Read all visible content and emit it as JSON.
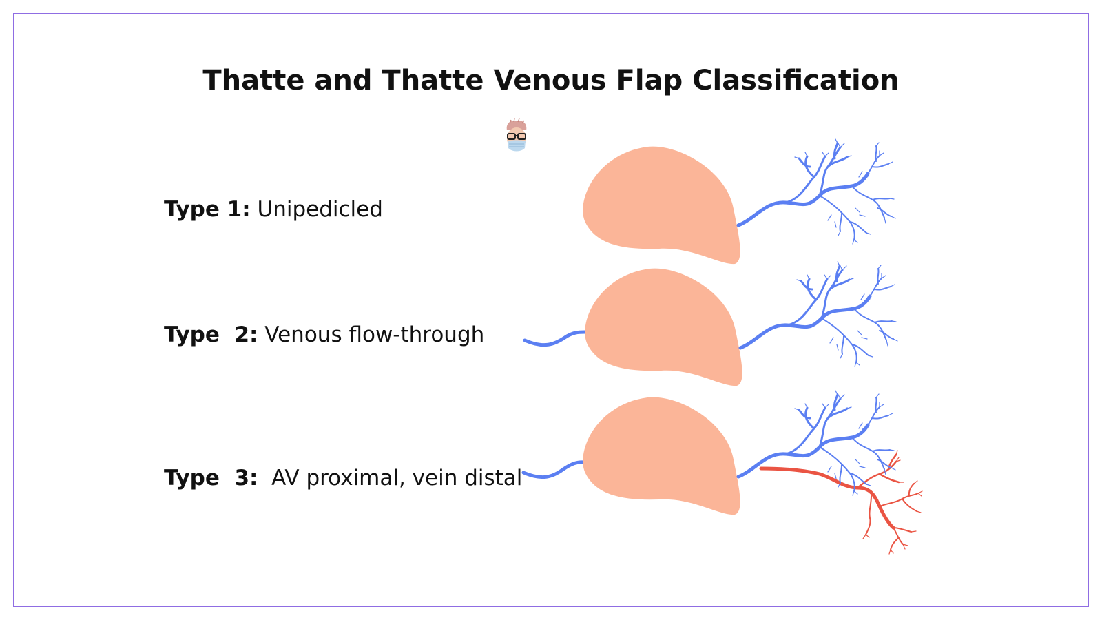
{
  "title": "Thatte and Thatte Venous Flap Classification",
  "rows": [
    {
      "type_label": "Type 1:",
      "description": " Unipedicled"
    },
    {
      "type_label": "Type  2:",
      "description": " Venous flow-through"
    },
    {
      "type_label": "Type  3:",
      "description": "  AV proximal, vein distal"
    }
  ],
  "colors": {
    "frame": "#8f6de3",
    "flap": "#fbb598",
    "vein": "#5b7ff2",
    "artery": "#ea5443",
    "text": "#111111"
  },
  "icons": [
    "avatar-logo-icon"
  ]
}
